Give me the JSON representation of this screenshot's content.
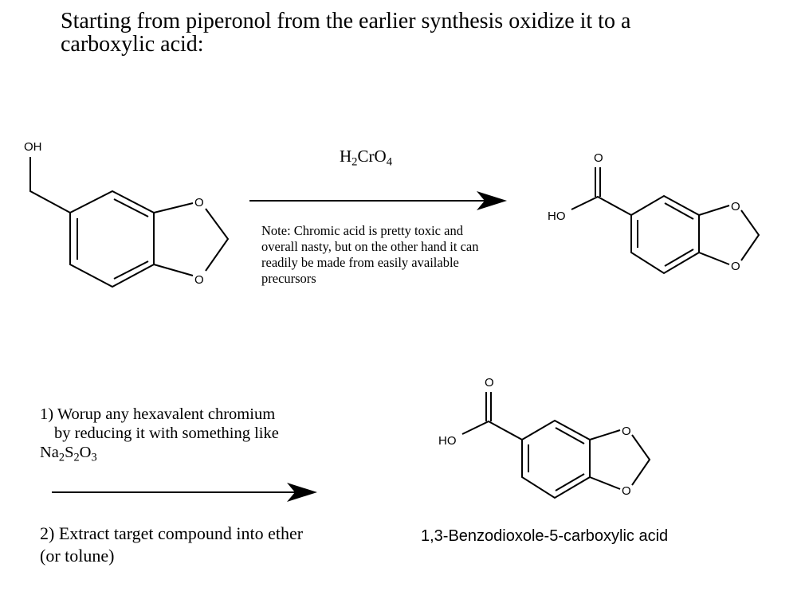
{
  "title": {
    "line1": "Starting from piperonol from the earlier synthesis oxidize it to a",
    "line2": "carboxylic acid:"
  },
  "reaction1": {
    "reagent": {
      "p1": "H",
      "s1": "2",
      "p2": "CrO",
      "s2": "4"
    },
    "note": [
      "Note: Chromic acid is pretty toxic and",
      "overall nasty, but on the other hand it can",
      "readily be made from easily available",
      "precursors"
    ]
  },
  "reaction2": {
    "step1": {
      "line1": "1) Worup any hexavalent chromium",
      "line2": "by reducing it with something like",
      "formula": {
        "p1": "Na",
        "s1": "2",
        "p2": "S",
        "s2": "2",
        "p3": "O",
        "s3": "3"
      }
    },
    "step2": {
      "line1": "2) Extract target compound into ether",
      "line2": "(or tolune)"
    }
  },
  "molecules": {
    "starting_material": {
      "oh_label": "OH",
      "o_label": "O"
    },
    "product": {
      "ho_label": "HO",
      "o_label": "O"
    }
  },
  "product_name": "1,3-Benzodioxole-5-carboxylic acid"
}
